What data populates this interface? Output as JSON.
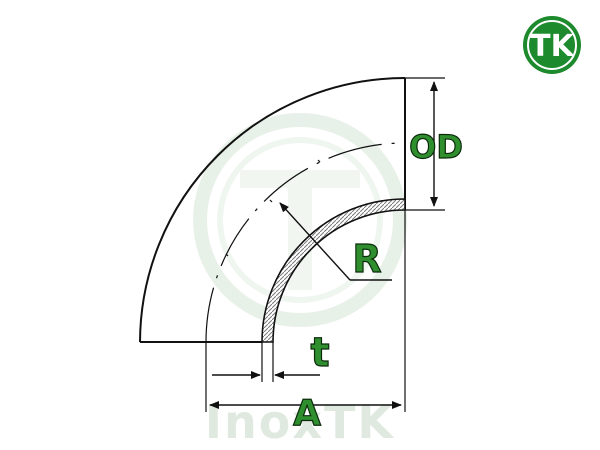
{
  "logo": {
    "text": "TK",
    "color": "#1e8a2e"
  },
  "watermark": {
    "text": "InoxTK",
    "color": "#d9e8da"
  },
  "labels": {
    "od": "OD",
    "radius": "R",
    "thickness": "t",
    "length": "A"
  },
  "colors": {
    "label_fill": "#1f7a1f",
    "label_outline": "#0a2a0a",
    "line": "#111111",
    "wall_hatch": "#9a9a9a"
  }
}
